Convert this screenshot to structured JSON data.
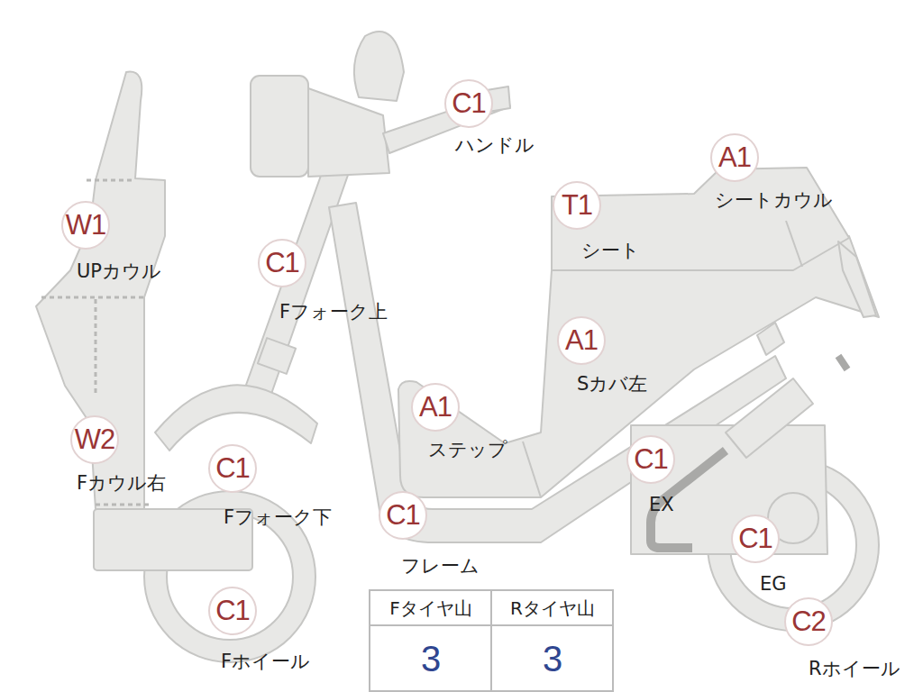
{
  "diagram": {
    "nodes": [
      {
        "text": [
          "C1",
          "ハンドル"
        ]
      },
      {
        "text": [
          "A1",
          "シートカウル"
        ]
      },
      {
        "text": [
          "T1",
          "シート"
        ]
      },
      {
        "text": [
          "W1",
          "UPカウル"
        ]
      },
      {
        "text": [
          "C1",
          "Fフォーク上"
        ]
      },
      {
        "text": [
          "A1",
          "Sカバ左"
        ]
      },
      {
        "text": [
          "A1",
          "ステップ"
        ]
      },
      {
        "text": [
          "W2",
          "Fカウル右"
        ]
      },
      {
        "text": [
          "C1",
          "EX"
        ]
      },
      {
        "text": [
          "C1",
          "Fフォーク下"
        ]
      },
      {
        "text": [
          "C1",
          "フレーム"
        ]
      },
      {
        "text": [
          "C1",
          "EG"
        ]
      },
      {
        "text": [
          "C1",
          "Fホイール"
        ]
      },
      {
        "text": [
          "C2",
          "Rホイール"
        ]
      }
    ],
    "labels": [
      "Fタイヤ山",
      "Rタイヤ山",
      "3",
      "3"
    ]
  }
}
